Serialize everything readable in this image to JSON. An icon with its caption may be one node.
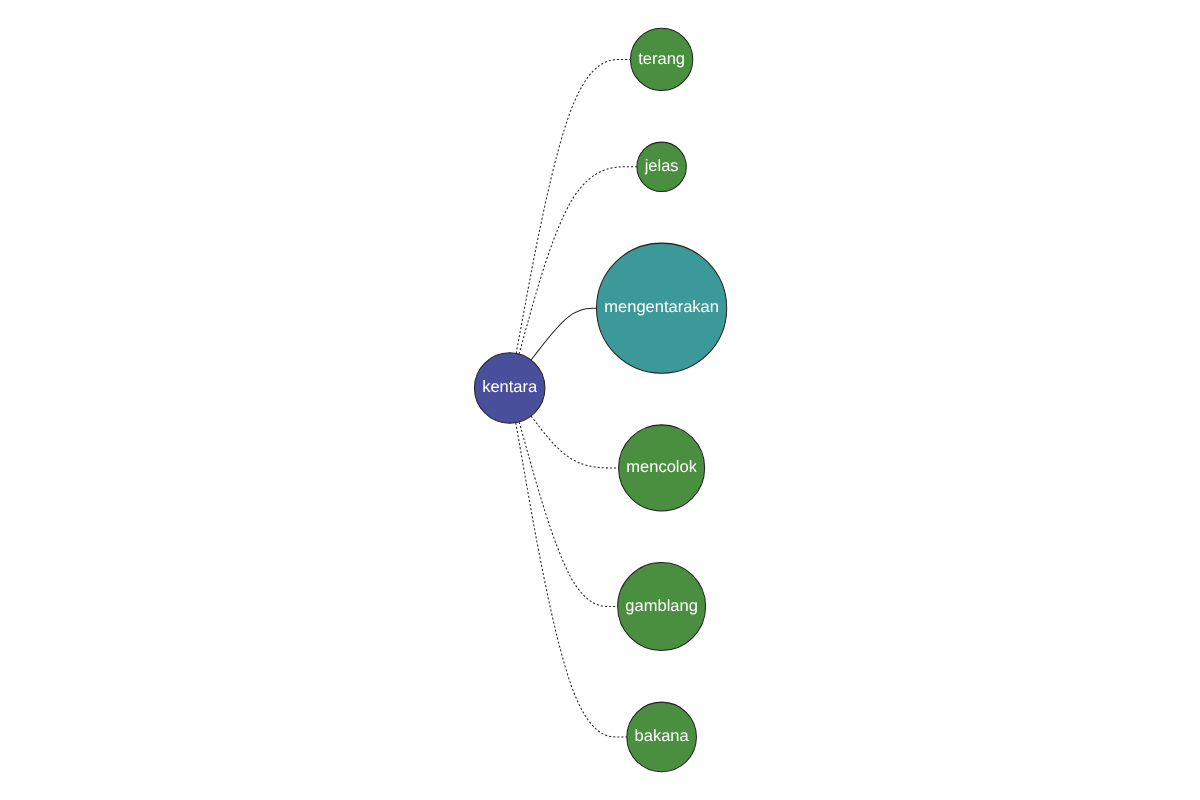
{
  "diagram": {
    "nodes": [
      {
        "text": [
          "kentara"
        ]
      },
      {
        "text": [
          "terang"
        ]
      },
      {
        "text": [
          "jelas"
        ]
      },
      {
        "text": [
          "mengentarakan"
        ]
      },
      {
        "text": [
          "mencolok"
        ]
      },
      {
        "text": [
          "gamblang"
        ]
      },
      {
        "text": [
          "bakana"
        ]
      }
    ],
    "edges": [
      {
        "from": 0,
        "to": 1,
        "arrow": "none",
        "style": "dashed"
      },
      {
        "from": 0,
        "to": 2,
        "arrow": "none",
        "style": "dashed"
      },
      {
        "from": 0,
        "to": 3,
        "arrow": "none"
      },
      {
        "from": 0,
        "to": 4,
        "arrow": "none",
        "style": "dashed"
      },
      {
        "from": 0,
        "to": 5,
        "arrow": "none",
        "style": "dashed"
      },
      {
        "from": 0,
        "to": 6,
        "arrow": "none",
        "style": "dashed"
      }
    ]
  }
}
